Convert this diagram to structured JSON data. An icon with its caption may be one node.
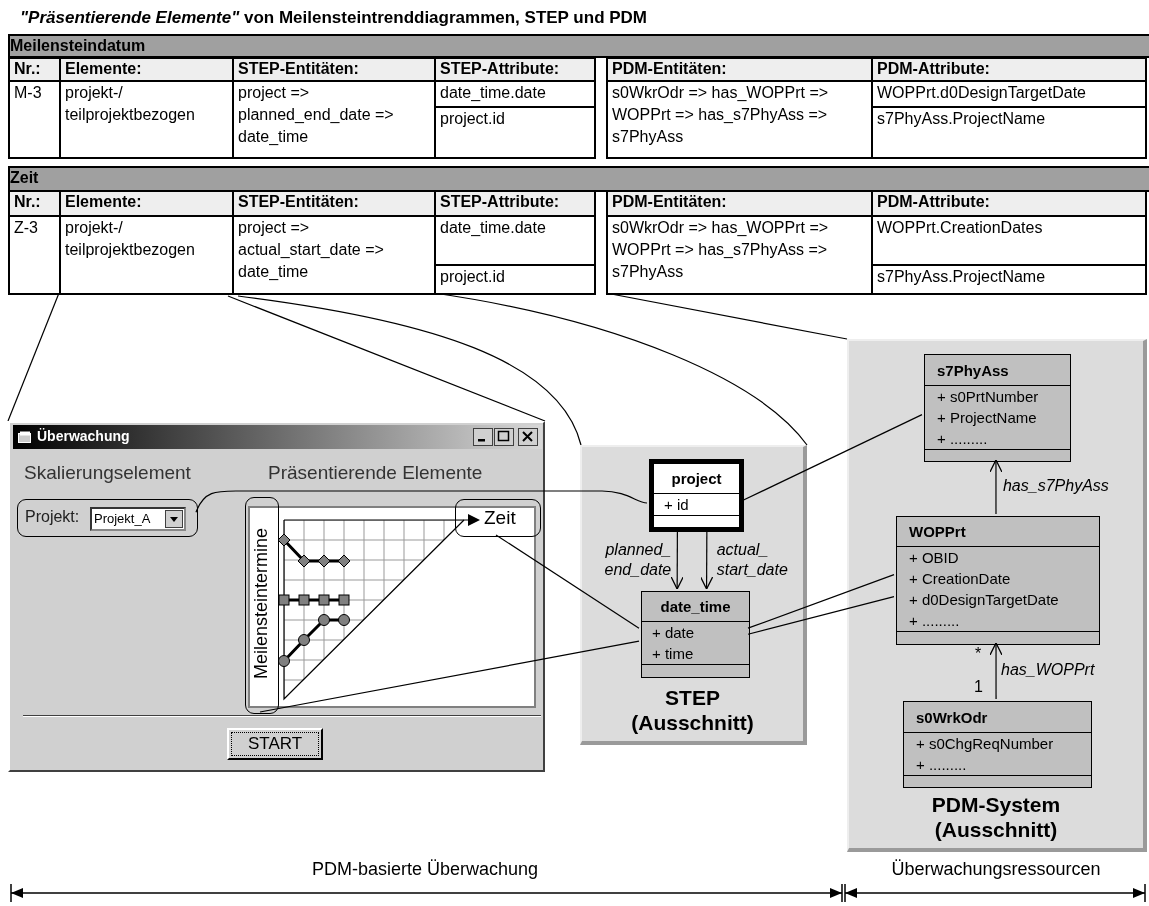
{
  "diagram": {
    "title": "*\"Präsentierende Elemente\"* von Meilensteintrenddiagrammen, STEP und PDM",
    "nodes": [
      {
        "text": [
          "Überwachung"
        ]
      },
      {
        "text": [
          "Projekt:",
          "Projekt_A"
        ],
        "in": 0
      },
      {
        "text": [
          "Meilensteintermine"
        ],
        "in": 0
      },
      {
        "text": [
          "Zeit"
        ],
        "in": 0
      },
      {
        "text": [
          "START"
        ],
        "in": 0
      },
      {
        "text": [
          "STEP (Ausschnitt)"
        ]
      },
      {
        "text": [
          "project",
          "+ id"
        ],
        "in": 5
      },
      {
        "text": [
          "date_time",
          "+ date",
          "+ time"
        ],
        "in": 5
      },
      {
        "text": [
          "PDM-System (Ausschnitt)"
        ]
      },
      {
        "text": [
          "s7PhyAss",
          "+ s0PrtNumber",
          "+ ProjectName",
          "+ ........."
        ],
        "in": 8
      },
      {
        "text": [
          "WOPPrt",
          "+ OBID",
          "+ CreationDate",
          "+ d0DesignTargetDate",
          "+ ........."
        ],
        "in": 8
      },
      {
        "text": [
          "s0WrkOdr",
          "+ s0ChgReqNumber",
          "+ ........."
        ],
        "in": 8
      }
    ],
    "edges": [
      {
        "from": 6,
        "to": 7,
        "arrow": "to",
        "label": "planned_ end_date"
      },
      {
        "from": 6,
        "to": 7,
        "arrow": "to",
        "label": "actual_ start_date"
      },
      {
        "from": 10,
        "to": 9,
        "arrow": "to",
        "label": "has_s7PhyAss"
      },
      {
        "from": 11,
        "to": 10,
        "arrow": "to",
        "label": "has_WOPPrt"
      },
      {
        "from": 1,
        "to": 6,
        "arrow": "none"
      },
      {
        "from": 3,
        "to": 7,
        "arrow": "none"
      },
      {
        "from": 2,
        "to": 7,
        "arrow": "none"
      },
      {
        "from": 6,
        "to": 9,
        "arrow": "none"
      },
      {
        "from": 7,
        "to": 10,
        "arrow": "none"
      },
      {
        "from": 7,
        "to": 10,
        "arrow": "none"
      }
    ],
    "labels": [
      "Meilensteindatum",
      "Nr.:",
      "Elemente:",
      "STEP-Entitäten:",
      "STEP-Attribute:",
      "PDM-Entitäten:",
      "PDM-Attribute:",
      "M-3",
      "projekt-/ teilprojektbezogen",
      "project => planned_end_date => date_time",
      "date_time.date",
      "s0WkrOdr => has_WOPPrt => WOPPrt => has_s7PhyAss => s7PhyAss",
      "WOPPrt.d0DesignTargetDate",
      "project.id",
      "s7PhyAss.ProjectName",
      "Zeit",
      "Nr.:",
      "Elemente:",
      "STEP-Entitäten:",
      "STEP-Attribute:",
      "PDM-Entitäten:",
      "PDM-Attribute:",
      "Z-3",
      "projekt-/ teilprojektbezogen",
      "project => actual_start_date => date_time",
      "date_time.date",
      "s0WkrOdr => has_WOPPrt => WOPPrt => has_s7PhyAss => s7PhyAss",
      "WOPPrt.CreationDates",
      "project.id",
      "s7PhyAss.ProjectName",
      "Skalierungselement",
      "Präsentierende Elemente",
      "*",
      "1",
      "PDM-basierte Überwachung",
      "Überwachungsressourcen"
    ]
  }
}
